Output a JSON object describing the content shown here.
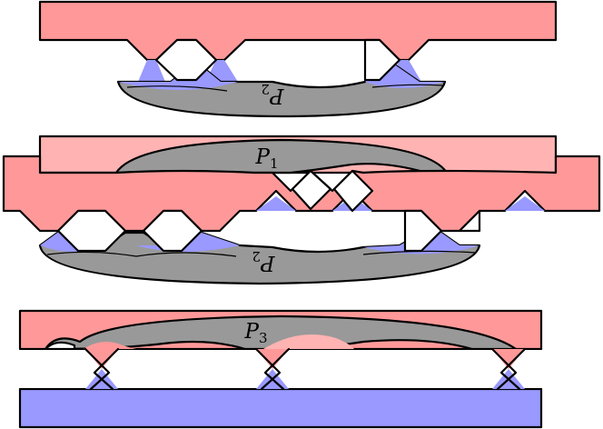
{
  "colors": {
    "red": "#ff9999",
    "pink": "#ffb3b3",
    "blue": "#9999ff",
    "gray": "#999999",
    "outline": "#000000"
  },
  "labels": {
    "p1": {
      "letter": "P",
      "index": "1"
    },
    "p2": {
      "letter": "P",
      "index": "2"
    },
    "p3": {
      "letter": "P",
      "index": "3"
    }
  }
}
